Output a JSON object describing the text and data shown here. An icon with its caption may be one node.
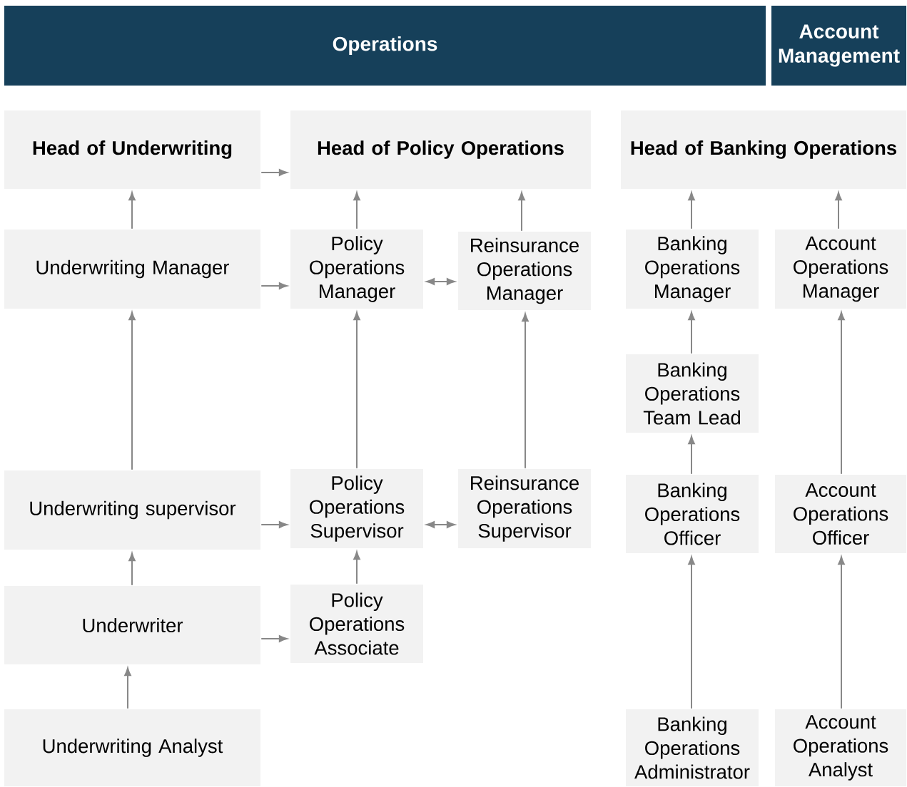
{
  "diagram": {
    "nodes": [
      {
        "text": [
          "Operations"
        ]
      },
      {
        "text": [
          "Account Management"
        ]
      },
      {
        "text": [
          "Head of Underwriting"
        ]
      },
      {
        "text": [
          "Head of Policy Operations"
        ]
      },
      {
        "text": [
          "Head of Banking Operations"
        ]
      },
      {
        "text": [
          "Underwriting Manager"
        ]
      },
      {
        "text": [
          "Policy Operations Manager"
        ]
      },
      {
        "text": [
          "Reinsurance Operations Manager"
        ]
      },
      {
        "text": [
          "Banking Operations Manager"
        ]
      },
      {
        "text": [
          "Account Operations Manager"
        ]
      },
      {
        "text": [
          "Banking Operations Team Lead"
        ]
      },
      {
        "text": [
          "Underwriting supervisor"
        ]
      },
      {
        "text": [
          "Policy Operations Supervisor"
        ]
      },
      {
        "text": [
          "Reinsurance Operations Supervisor"
        ]
      },
      {
        "text": [
          "Banking Operations Officer"
        ]
      },
      {
        "text": [
          "Account Operations Officer"
        ]
      },
      {
        "text": [
          "Underwriter"
        ]
      },
      {
        "text": [
          "Policy Operations Associate"
        ]
      },
      {
        "text": [
          "Underwriting Analyst"
        ]
      },
      {
        "text": [
          "Banking Operations Administrator"
        ]
      },
      {
        "text": [
          "Account Operations Analyst"
        ]
      }
    ],
    "edges": [
      {
        "from": 2,
        "to": 3,
        "arrow": "to"
      },
      {
        "from": 5,
        "to": 2,
        "arrow": "to"
      },
      {
        "from": 5,
        "to": 6,
        "arrow": "to"
      },
      {
        "from": 6,
        "to": 3,
        "arrow": "to"
      },
      {
        "from": 7,
        "to": 3,
        "arrow": "to"
      },
      {
        "from": 6,
        "to": 7,
        "arrow": "both"
      },
      {
        "from": 11,
        "to": 5,
        "arrow": "to"
      },
      {
        "from": 11,
        "to": 12,
        "arrow": "to"
      },
      {
        "from": 12,
        "to": 6,
        "arrow": "to"
      },
      {
        "from": 12,
        "to": 13,
        "arrow": "both"
      },
      {
        "from": 13,
        "to": 7,
        "arrow": "to"
      },
      {
        "from": 16,
        "to": 11,
        "arrow": "to"
      },
      {
        "from": 16,
        "to": 17,
        "arrow": "to"
      },
      {
        "from": 17,
        "to": 12,
        "arrow": "to"
      },
      {
        "from": 18,
        "to": 16,
        "arrow": "to"
      },
      {
        "from": 8,
        "to": 4,
        "arrow": "to"
      },
      {
        "from": 9,
        "to": 4,
        "arrow": "to"
      },
      {
        "from": 10,
        "to": 8,
        "arrow": "to"
      },
      {
        "from": 14,
        "to": 10,
        "arrow": "to"
      },
      {
        "from": 15,
        "to": 9,
        "arrow": "to"
      },
      {
        "from": 19,
        "to": 14,
        "arrow": "to"
      },
      {
        "from": 20,
        "to": 15,
        "arrow": "to"
      }
    ]
  }
}
